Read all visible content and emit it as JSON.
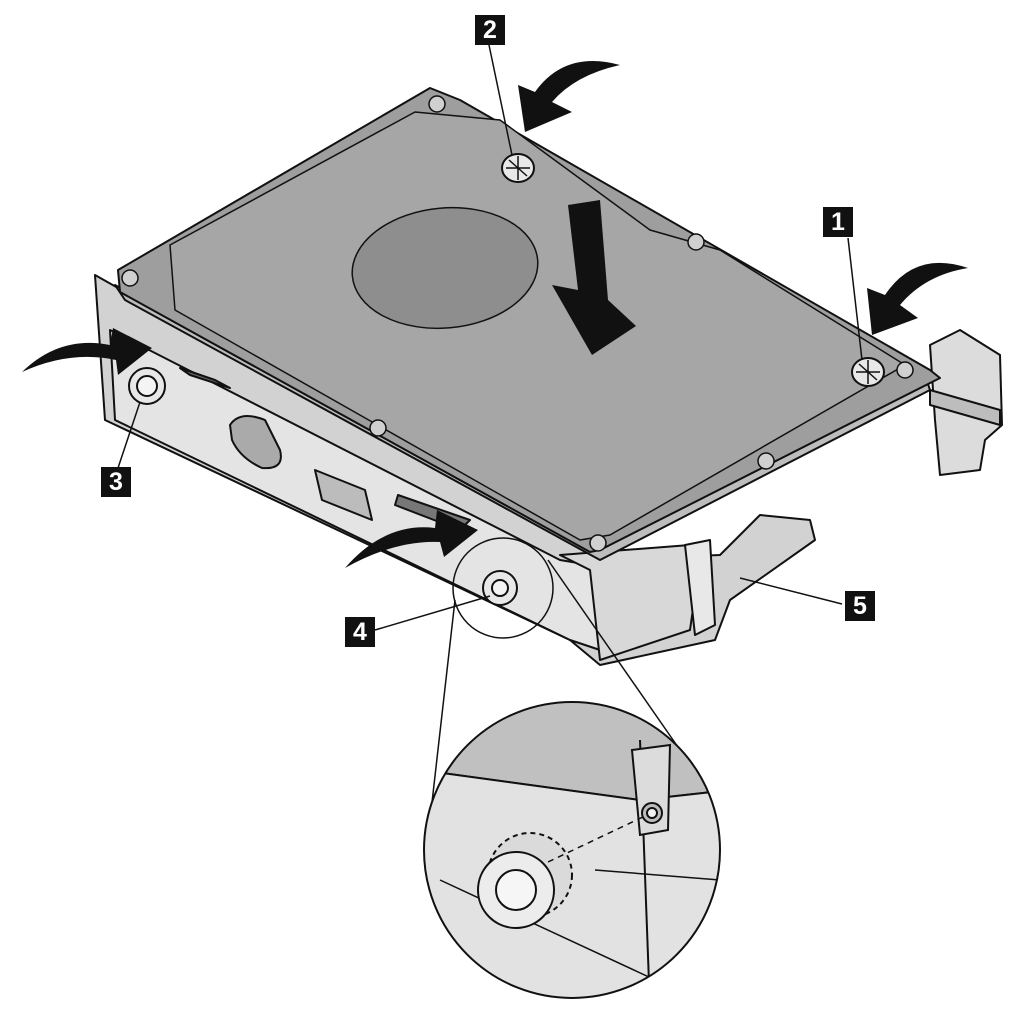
{
  "callouts": [
    {
      "id": "1",
      "label": "1"
    },
    {
      "id": "2",
      "label": "2"
    },
    {
      "id": "3",
      "label": "3"
    },
    {
      "id": "4",
      "label": "4"
    },
    {
      "id": "5",
      "label": "5"
    }
  ],
  "colors": {
    "drive_top": "#9a9a9a",
    "drive_side": "#bdbdbd",
    "bracket": "#cfcfcf",
    "outline": "#111111",
    "arrow": "#111111",
    "callout_bg": "#111111",
    "callout_text": "#ffffff"
  }
}
